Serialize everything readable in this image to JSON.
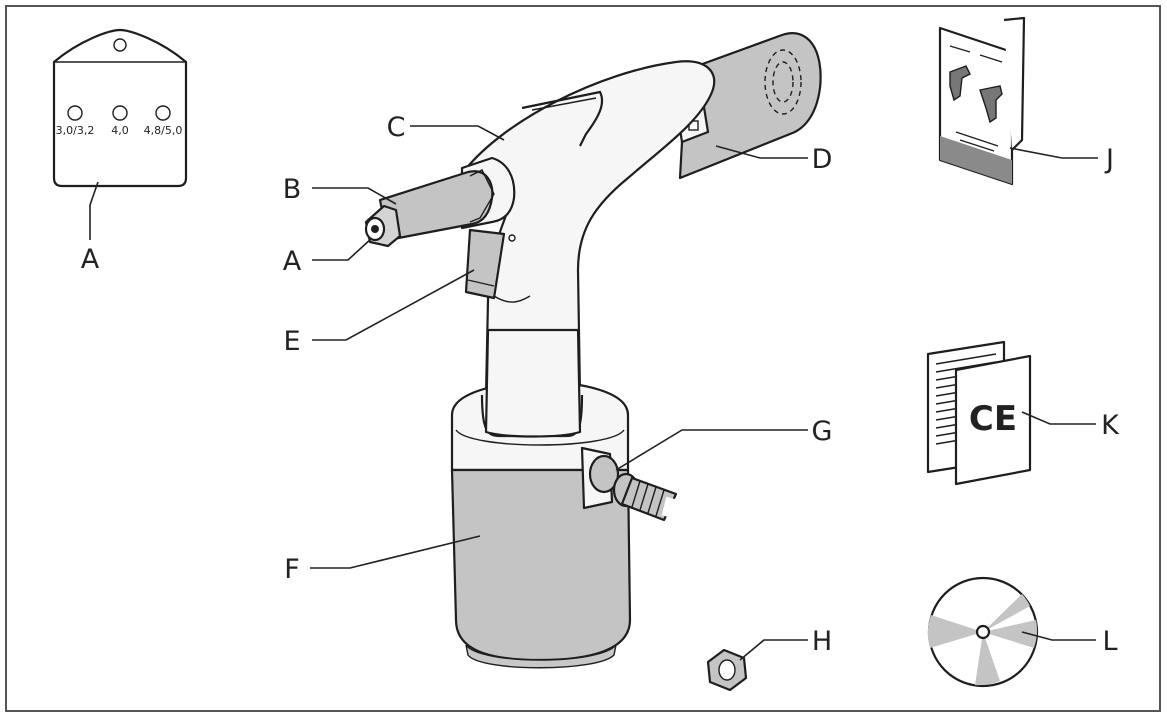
{
  "labels": {
    "a_plate": "A",
    "a_tool": "A",
    "b": "B",
    "c": "C",
    "d": "D",
    "e": "E",
    "f": "F",
    "g": "G",
    "h": "H",
    "j": "J",
    "k": "K",
    "l": "L"
  },
  "nosepiece_sizes": [
    "3,0/3,2",
    "4,0",
    "4,8/5,0"
  ],
  "ce_mark": "CE",
  "colors": {
    "part_fill": "#c4c4c4",
    "outline": "#1e1e1e",
    "background": "#ffffff"
  }
}
